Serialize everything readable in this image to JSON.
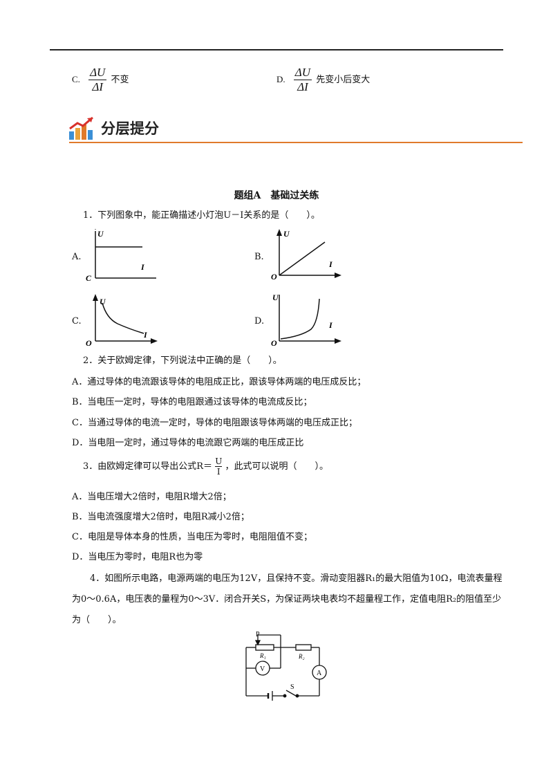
{
  "top_options": {
    "c": {
      "letter": "C.",
      "num": "ΔU",
      "den": "ΔI",
      "text": "不变"
    },
    "d": {
      "letter": "D.",
      "num": "ΔU",
      "den": "ΔI",
      "text": "先变小后变大"
    }
  },
  "section": {
    "title": "分层提分",
    "accent": "#e07a2b"
  },
  "group_title": "题组A　基础过关练",
  "q1": {
    "stem": "1．下列图象中，能正确描述小灯泡U－I关系的是（　　）。",
    "labels": {
      "a": "A.",
      "b": "B.",
      "c": "C.",
      "d": "D."
    },
    "axis": {
      "u": "U",
      "i": "I",
      "o": "O",
      "c_letter": "C"
    }
  },
  "q2": {
    "stem": "2．关于欧姆定律，下列说法中正确的是（　　）。",
    "options": [
      "A．通过导体的电流跟该导体的电阻成正比，跟该导体两端的电压成反比；",
      "B．当电压一定时，导体的电阻跟通过该导体的电流成反比；",
      "C．当通过导体的电流一定时，导体的电阻跟该导体两端的电压成正比；",
      "D．当电阻一定时，通过导体的电流跟它两端的电压成正比"
    ]
  },
  "q3": {
    "stem_pre": "3．由欧姆定律可以导出公式R＝",
    "frac_num": "U",
    "frac_den": "I",
    "stem_post": "，此式可以说明（　　）。",
    "options": [
      "A．当电压增大2倍时，电阻R增大2倍；",
      "B．当电流强度增大2倍时，电阻R减小2倍；",
      "C．电阻是导体本身的性质，当电压为零时，电阻阻值不变；",
      "D．当电压为零时，电阻R也为零"
    ]
  },
  "q4": {
    "text": "4．如图所示电路，电源两端的电压为12V，且保持不变。滑动变阻器R₁的最大阻值为10Ω，电流表量程为0～0.6A，电压表的量程为0～3V．闭合开关S，为保证两块电表均不超量程工作，定值电阻R₂的阻值至少为（　　）。",
    "circuit": {
      "p": "P",
      "r1": "R₁",
      "r2": "R₂",
      "v": "V",
      "a": "A",
      "s": "S"
    }
  }
}
